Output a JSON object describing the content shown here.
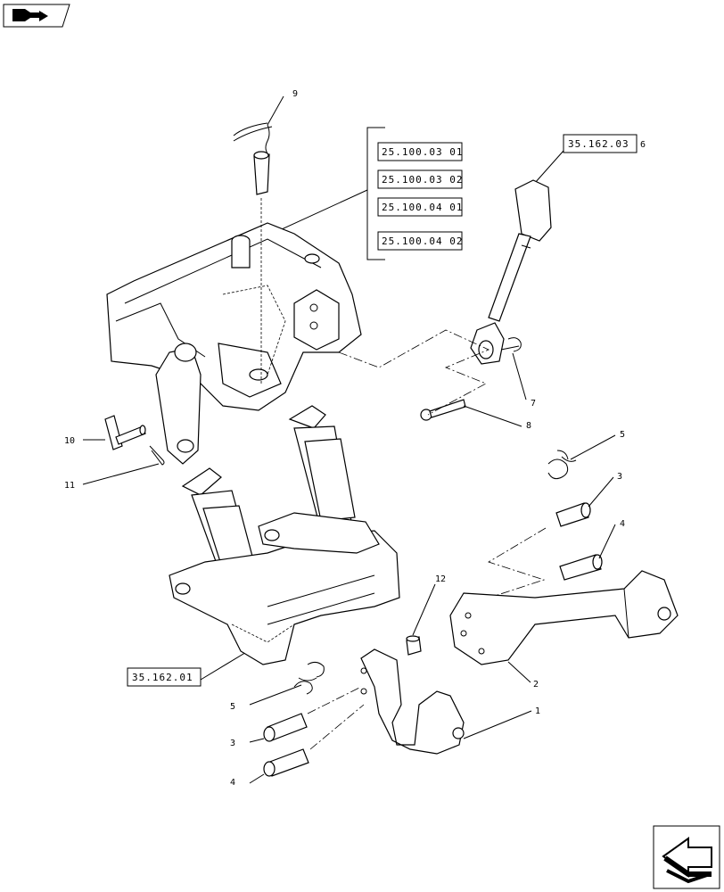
{
  "refs": {
    "r1": "25.100.03 01",
    "r2": "25.100.03 02",
    "r3": "25.100.04 01",
    "r4": "25.100.04 02",
    "r5": "35.162.03",
    "r6": "35.162.01"
  },
  "items": {
    "n1": "1",
    "n2": "2",
    "n3a": "3",
    "n3b": "3",
    "n4a": "4",
    "n4b": "4",
    "n5a": "5",
    "n5b": "5",
    "n6": "6",
    "n7": "7",
    "n8": "8",
    "n9": "9",
    "n10": "10",
    "n11": "11",
    "n12": "12"
  },
  "icons": {
    "top_left": "book-arrow-icon",
    "bottom_right": "next-page-arrow-icon"
  }
}
